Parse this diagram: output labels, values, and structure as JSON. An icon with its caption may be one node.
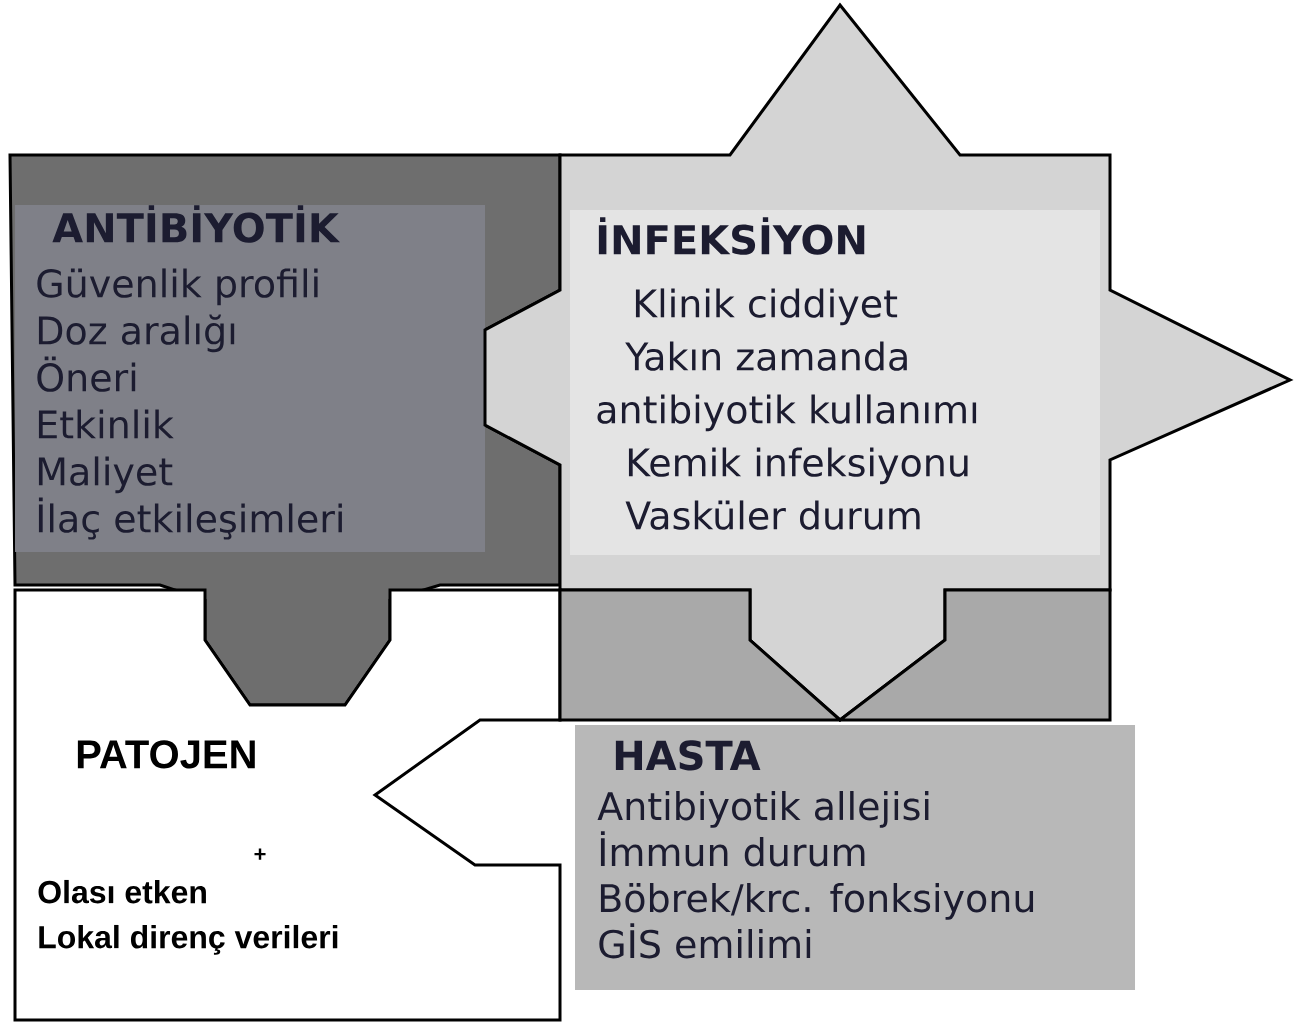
{
  "diagram": {
    "nodes": [
      {
        "text": [
          "ANTİBİYOTİK",
          "Güvenlik profili",
          "Doz aralığı",
          "Öneri",
          "Etkinlik",
          "Maliyet",
          "İlaç etkileşimleri"
        ]
      },
      {
        "text": [
          "İNFEKSİYON",
          "Klinik ciddiyet",
          "Yakın zamanda",
          "antibiyotik kullanımı",
          "Kemik infeksiyonu",
          "Vasküler durum"
        ]
      },
      {
        "text": [
          "PATOJEN",
          "Olası etken",
          "Lokal direnç verileri"
        ]
      },
      {
        "text": [
          "HASTA",
          "Antibiyotik allejisi",
          "İmmun durum",
          "Böbrek/krc. fonksiyonu",
          "GİS emilimi"
        ]
      }
    ],
    "labels": [
      "+"
    ]
  }
}
